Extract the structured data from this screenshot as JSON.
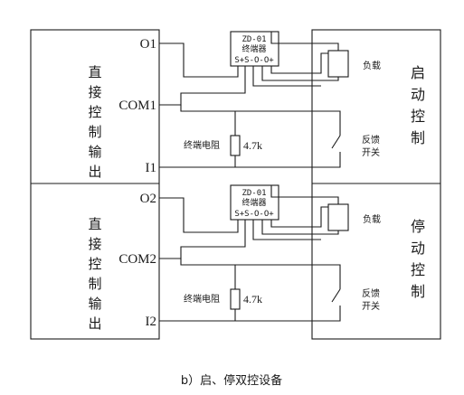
{
  "left_panel": {
    "upper_label_chars": [
      "直",
      "接",
      "控",
      "制",
      "输",
      "出"
    ],
    "lower_label_chars": [
      "直",
      "接",
      "控",
      "制",
      "输",
      "出"
    ],
    "upper_terminals": {
      "output": "O1",
      "common": "COM1",
      "input": "I1"
    },
    "lower_terminals": {
      "output": "O2",
      "common": "COM2",
      "input": "I2"
    }
  },
  "right_panel": {
    "upper_label_chars": [
      "启",
      "动",
      "控",
      "制"
    ],
    "lower_label_chars": [
      "停",
      "动",
      "控",
      "制"
    ]
  },
  "terminator_module": {
    "model": "ZD-01",
    "name": "终端器",
    "pins": "S+S-O-O+"
  },
  "components": {
    "load_label": "负载",
    "feedback_label_line1": "反馈",
    "feedback_label_line2": "开关",
    "resistor_label": "终端电阻",
    "resistor_value": "4.7k"
  },
  "caption": "b）启、停双控设备",
  "colors": {
    "line": "#1a1a1a",
    "background": "#ffffff"
  }
}
